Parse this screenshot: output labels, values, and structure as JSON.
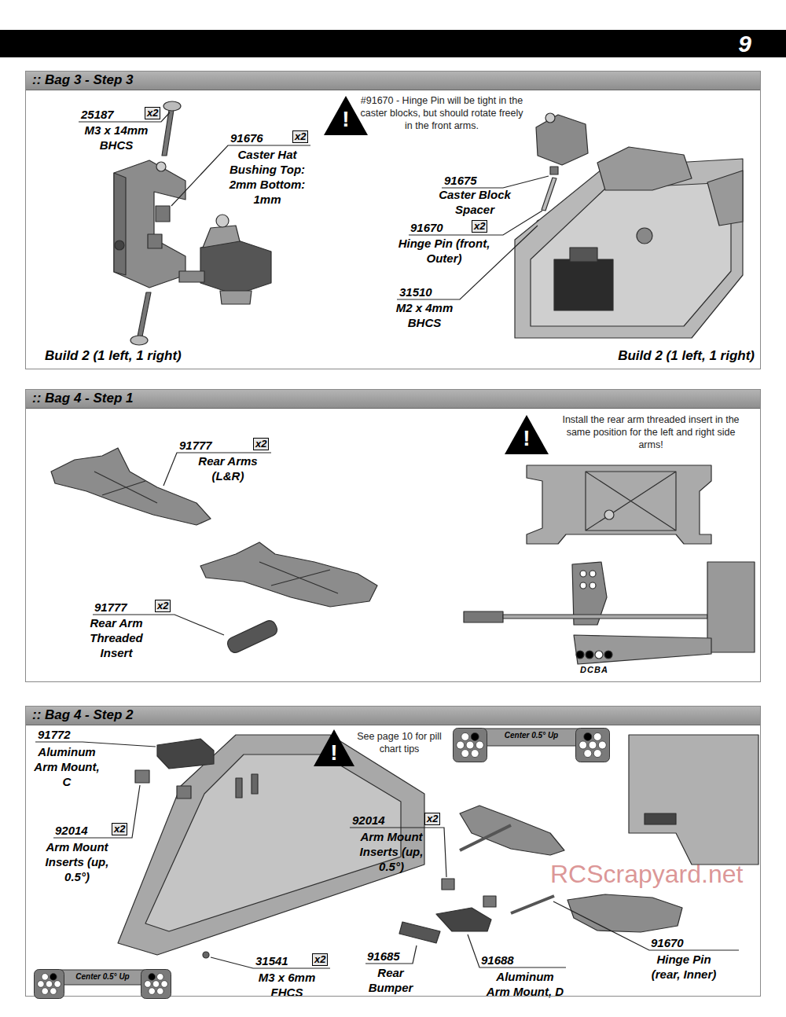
{
  "diagram": {
    "nodes": [
      {
        "text": [
          "9"
        ]
      },
      {
        "text": [
          ":: Bag 3 - Step 3"
        ]
      },
      {
        "text": [
          ":: Bag 4 - Step 1"
        ]
      },
      {
        "text": [
          ":: Bag 4 - Step 2"
        ]
      },
      {
        "text": [
          "Center 0.5° Up"
        ],
        "in": 3
      },
      {
        "text": [
          "Center 0.5° Up"
        ],
        "in": 3
      }
    ],
    "labels": [
      "25187",
      "x2",
      "M3 x 14mm BHCS",
      "91676",
      "x2",
      "Caster Hat Bushing Top: 2mm Bottom: 1mm",
      "!",
      "#91670 - Hinge Pin will be tight in the caster blocks, but should rotate freely in the front arms.",
      "91675",
      "Caster Block Spacer",
      "91670",
      "x2",
      "Hinge Pin (front, Outer)",
      "31510",
      "M2 x 4mm BHCS",
      "Build 2 (1 left, 1 right)",
      "Build 2 (1 left, 1 right)",
      "91777",
      "x2",
      "Rear Arms (L&R)",
      "!",
      "Install the rear arm threaded insert in the same position for the left and right side arms!",
      "91777",
      "x2",
      "Rear Arm Threaded Insert",
      "DCBA",
      "91772",
      "Aluminum Arm Mount, C",
      "92014",
      "x2",
      "Arm Mount Inserts (up, 0.5°)",
      "!",
      "See page 10 for pill chart tips",
      "92014",
      "x2",
      "Arm Mount Inserts (up, 0.5°)",
      "31541",
      "x2",
      "M3 x 6mm FHCS",
      "91685",
      "Rear Bumper",
      "91688",
      "Aluminum Arm Mount, D",
      "91670",
      "Hinge Pin (rear, Inner)",
      "RCScrapyard.net"
    ]
  }
}
